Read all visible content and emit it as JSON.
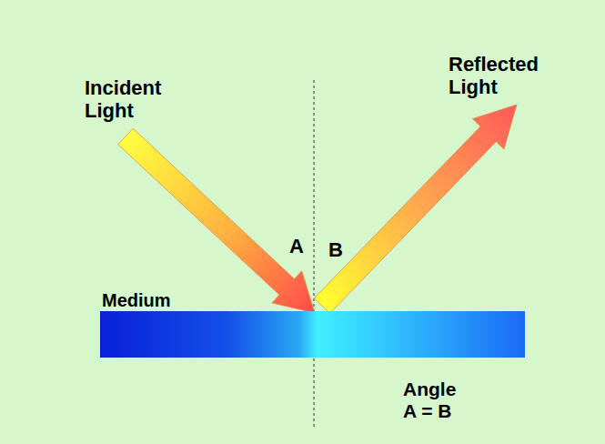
{
  "diagram": {
    "nodes": [
      {
        "text": [
          "Medium"
        ]
      }
    ],
    "labels": [
      "Incident Light",
      "Reflected Light",
      "A",
      "B",
      "Angle A = B"
    ]
  }
}
